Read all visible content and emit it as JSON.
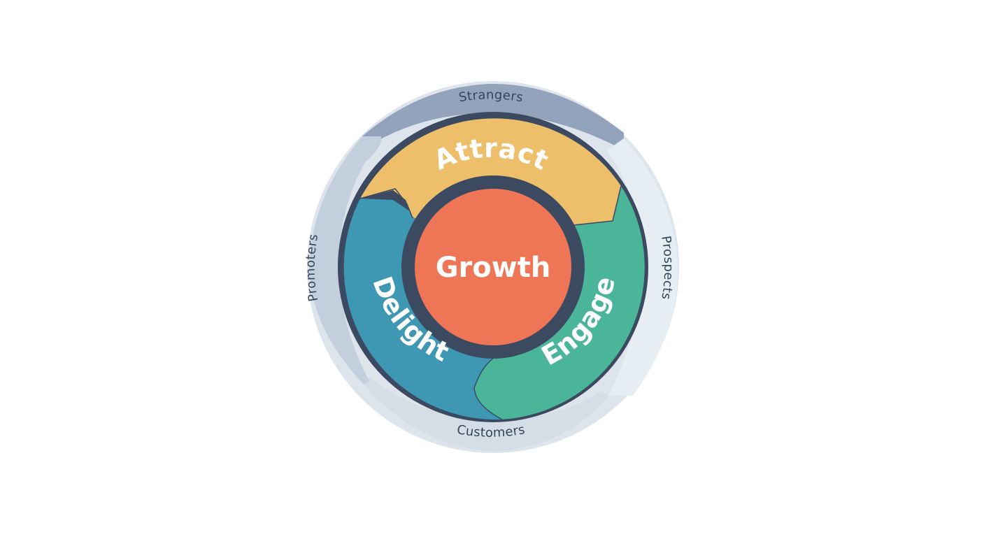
{
  "diagram": {
    "center": {
      "label": "Growth"
    },
    "stages": [
      {
        "id": "attract",
        "label": "Attract"
      },
      {
        "id": "engage",
        "label": "Engage"
      },
      {
        "id": "delight",
        "label": "Delight"
      }
    ],
    "outer_ring": [
      {
        "id": "strangers",
        "label": "Strangers"
      },
      {
        "id": "prospects",
        "label": "Prospects"
      },
      {
        "id": "customers",
        "label": "Customers"
      },
      {
        "id": "promoters",
        "label": "Promoters"
      }
    ]
  },
  "colors": {
    "attract": "#EDBF6A",
    "engage": "#4BB59A",
    "delight": "#3E97B3",
    "growth": "#EE7555",
    "dark": "#3B4A60",
    "ring_strangers": "#93A3BC",
    "ring_prospects": "#E6EDF3",
    "ring_customers": "#D5DDE7",
    "ring_promoters": "#C3CFDC",
    "text_light": "#FFFFFF",
    "text_dark": "#33475B"
  }
}
